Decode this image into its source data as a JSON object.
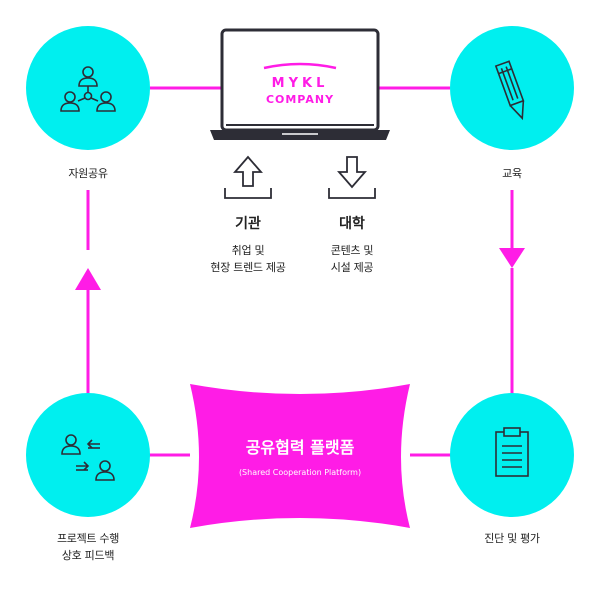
{
  "colors": {
    "magenta": "#ff1ce6",
    "cyan": "#00efef",
    "dark": "#2d2d36"
  },
  "nodes": {
    "resource": {
      "label": "자원공유",
      "icon": "people-network-icon"
    },
    "education": {
      "label": "교육",
      "icon": "pencil-icon"
    },
    "project": {
      "label_line1": "프로젝트 수행",
      "label_line2": "상호 피드백",
      "icon": "people-exchange-icon"
    },
    "diagnosis": {
      "label": "진단 및 평가",
      "icon": "clipboard-icon"
    }
  },
  "laptop": {
    "logo_top": "MYKL",
    "logo_bottom": "COMPANY"
  },
  "institution": {
    "title": "기관",
    "line1": "취업 및",
    "line2": "현장 트렌드 제공",
    "icon": "upload-arrow-icon"
  },
  "university": {
    "title": "대학",
    "line1": "콘텐츠 및",
    "line2": "시설 제공",
    "icon": "download-arrow-icon"
  },
  "platform": {
    "title": "공유협력 플랫폼",
    "subtitle": "(Shared Cooperation Platform)"
  }
}
